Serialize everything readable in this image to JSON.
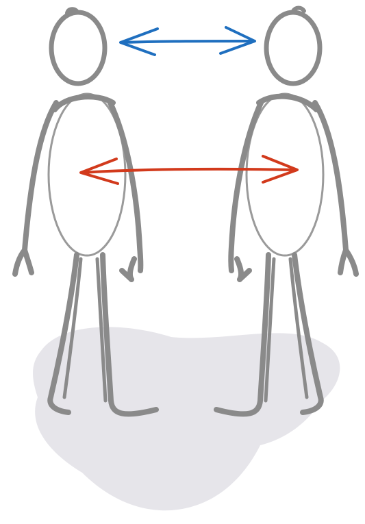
{
  "colors": {
    "background": "#ffffff",
    "figure_stroke": "#8a8a8a",
    "figure_stroke_light": "#9a9a9a",
    "shadow": "#e6e5ea",
    "head_arrow": "#1f6fbf",
    "body_arrow": "#d23a1c"
  },
  "figures": [
    {
      "name": "left-stick-figure",
      "facing": "right"
    },
    {
      "name": "right-stick-figure",
      "facing": "left"
    }
  ],
  "arrows": [
    {
      "name": "head-double-arrow",
      "color_key": "head_arrow",
      "direction": "both"
    },
    {
      "name": "body-double-arrow",
      "color_key": "body_arrow",
      "direction": "both"
    }
  ]
}
